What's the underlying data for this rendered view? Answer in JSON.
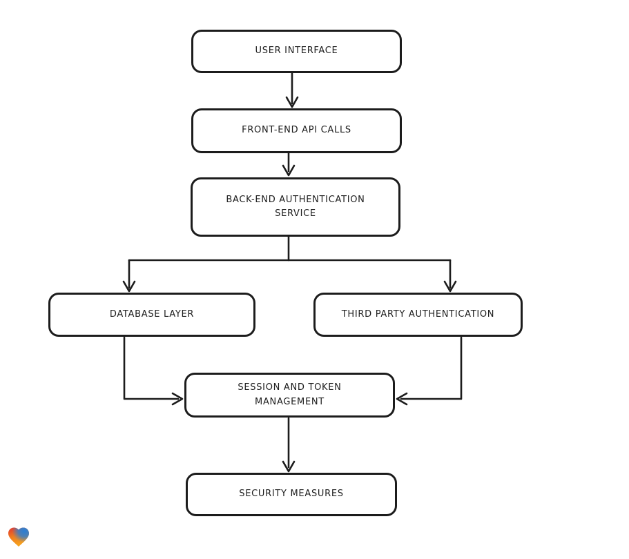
{
  "diagram": {
    "type": "flowchart",
    "background": "#ffffff",
    "stroke_color": "#1c1c1c",
    "node_fill": "#ffffff",
    "nodes": [
      {
        "id": "user-interface",
        "label": "USER INTERFACE"
      },
      {
        "id": "front-end-api-calls",
        "label": "FRONT-END API CALLS"
      },
      {
        "id": "back-end-authentication-service",
        "label": "BACK-END AUTHENTICATION SERVICE"
      },
      {
        "id": "database-layer",
        "label": "DATABASE LAYER"
      },
      {
        "id": "third-party-authentication",
        "label": "THIRD PARTY AUTHENTICATION"
      },
      {
        "id": "session-and-token-management",
        "label": "SESSION AND TOKEN MANAGEMENT"
      },
      {
        "id": "security-measures",
        "label": "SECURITY MEASURES"
      }
    ],
    "edges": [
      {
        "from": "user-interface",
        "to": "front-end-api-calls"
      },
      {
        "from": "front-end-api-calls",
        "to": "back-end-authentication-service"
      },
      {
        "from": "back-end-authentication-service",
        "to": "database-layer"
      },
      {
        "from": "back-end-authentication-service",
        "to": "third-party-authentication"
      },
      {
        "from": "database-layer",
        "to": "session-and-token-management"
      },
      {
        "from": "third-party-authentication",
        "to": "session-and-token-management"
      },
      {
        "from": "session-and-token-management",
        "to": "security-measures"
      }
    ],
    "logo": {
      "name": "gradient-heart-logo",
      "colors": [
        "#e2342f",
        "#ef7d1f",
        "#f6a41f",
        "#2b7fd4"
      ]
    }
  }
}
